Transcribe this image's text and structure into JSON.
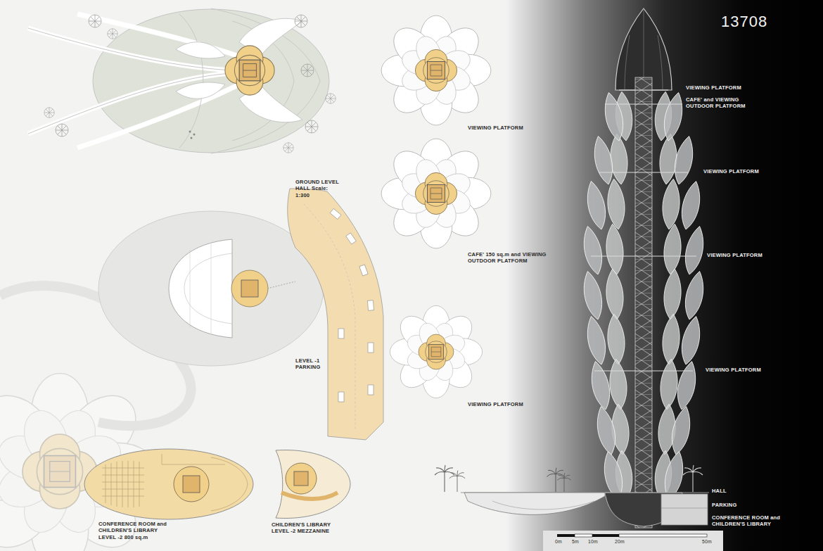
{
  "diagram": {
    "title": "13708",
    "labels": [
      "VIEWING PLATFORM",
      "CAFE' 150 sq.m and VIEWING OUTDOOR PLATFORM",
      "VIEWING PLATFORM",
      "GROUND LEVEL HALL Scale: 1:300",
      "LEVEL -1 PARKING",
      "CONFERENCE ROOM and CHILDREN'S LIBRARY LEVEL -2 800 sq.m",
      "CHILDREN'S LIBRARY LEVEL -2 MEZZANINE",
      "VIEWING PLATFORM",
      "CAFE' and VIEWING OUTDOOR PLATFORM",
      "VIEWING PLATFORM",
      "VIEWING PLATFORM",
      "VIEWING PLATFORM",
      "HALL",
      "PARKING",
      "CONFERENCE ROOM and CHILDREN'S LIBRARY",
      "0m",
      "5m",
      "10m",
      "20m",
      "50m"
    ]
  }
}
